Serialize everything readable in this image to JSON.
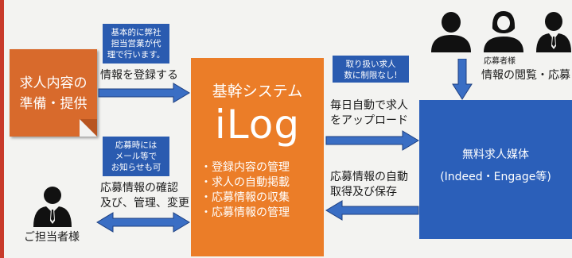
{
  "left_box": {
    "line1": "求人内容の",
    "line2": "準備・提供"
  },
  "note_top_left": {
    "line1": "基本的に弊社",
    "line2": "担当営業が代",
    "line3": "理で行います。"
  },
  "label_register": "情報を登録する",
  "note_mid_left": {
    "line1": "応募時には",
    "line2": "メール等で",
    "line3": "お知らせも可"
  },
  "label_manage": {
    "line1": "応募情報の確認",
    "line2": "及び、管理、変更"
  },
  "person_label": "ご担当者様",
  "system": {
    "title": "基幹システム",
    "logo": "iLog",
    "features": [
      "・登録内容の管理",
      "・求人の自動掲載",
      "・応募情報の収集",
      "・応募情報の管理"
    ]
  },
  "note_top_right": {
    "line1": "取り扱い求人",
    "line2": "数に制限なし!"
  },
  "label_upload": {
    "line1a": "毎日自動で",
    "line1b": "求人",
    "line2": "をアップロード"
  },
  "label_fetch": {
    "line1": "応募情報の自動",
    "line2": "取得及び保存"
  },
  "applicants_label": "応募者様",
  "label_browse": "情報の閲覧・応募",
  "media": {
    "line1": "無料求人媒体",
    "line2": "(Indeed・Engage等)"
  },
  "colors": {
    "orange": "#eb7d28",
    "blue": "#2b5fb9",
    "note_blue": "#2a5bb0",
    "arrow_blue": "#3a6ec4"
  },
  "icons": [
    "person-icon",
    "person-female-icon",
    "person-business-icon",
    "person-business-icon"
  ]
}
